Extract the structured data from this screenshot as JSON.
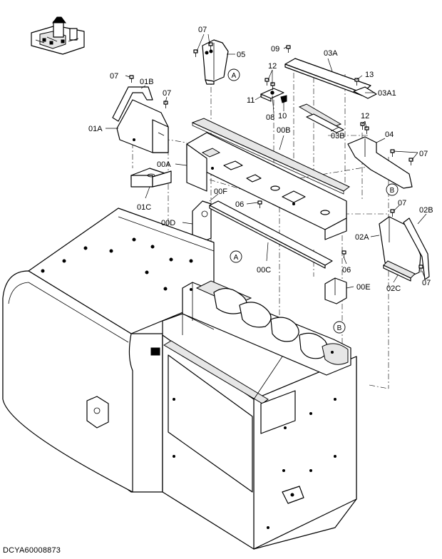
{
  "drawing_id": "DCYA60008873",
  "callouts": {
    "c07a": "07",
    "c05": "05",
    "c09": "09",
    "c03A": "03A",
    "c07b": "07",
    "c01B": "01B",
    "c07c": "07",
    "c12a": "12",
    "c13": "13",
    "c03A1": "03A1",
    "c11": "11",
    "c08": "08",
    "c10": "10",
    "c12b": "12",
    "c01A": "01A",
    "c00B": "00B",
    "c03B": "03B",
    "c04": "04",
    "c07d": "07",
    "c00A": "00A",
    "c00F": "00F",
    "c06a": "06",
    "c01C": "01C",
    "c07e": "07",
    "c02B": "02B",
    "c00D": "00D",
    "c02A": "02A",
    "c00C": "00C",
    "c06b": "06",
    "c00E": "00E",
    "c02C": "02C",
    "c07f": "07"
  },
  "references": {
    "ref_a1": "A",
    "ref_b1": "B",
    "ref_a2": "A",
    "ref_b2": "B"
  },
  "icon": "machine-orientation-icon"
}
